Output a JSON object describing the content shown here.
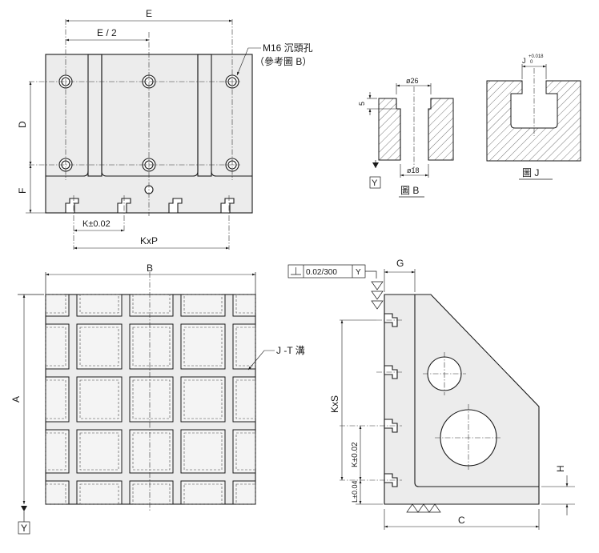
{
  "labels": {
    "E": "E",
    "E_half": "E / 2",
    "counterbore_note_line1": "M16 沉頭孔",
    "counterbore_note_line2": "（參考圖 B）",
    "D": "D",
    "F": "F",
    "K_tol": "K±0.02",
    "KxP": "KxP",
    "B": "B",
    "A": "A",
    "J_T_slot": "J -T 溝",
    "datum_Y_bottom": "Y",
    "diameter_26": "ø26",
    "depth_5": "5",
    "diameter_18": "ø18",
    "datum_Y_B": "Y",
    "fig_B": "圖 B",
    "J_tol_letter": "J",
    "J_tol_upper": "+0.018",
    "J_tol_lower": "0",
    "fig_J": "圖 J",
    "flatness_value": "0.02/300",
    "flatness_datum": "Y",
    "G": "G",
    "KxS": "KxS",
    "K_tol_side": "K±0.02",
    "L_tol": "L±0.04",
    "H": "H",
    "C": "C"
  },
  "icons": {
    "perpendicularity": "perpendicularity-symbol",
    "datum": "datum-triangle-icon",
    "surface_finish": "surface-finish-triangles-icon"
  }
}
